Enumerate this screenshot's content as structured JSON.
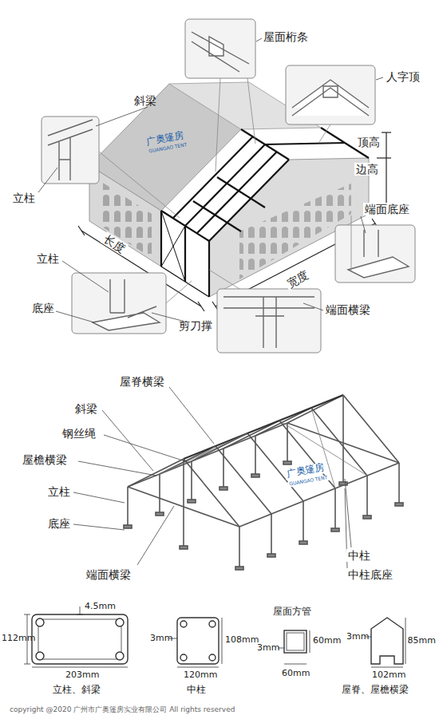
{
  "diagram": {
    "labels": [
      "屋面桁条",
      "人字顶",
      "斜梁",
      "立柱",
      "顶高",
      "边高",
      "长度",
      "宽度",
      "端面底座",
      "立柱",
      "底座",
      "剪刀撑",
      "端面横梁",
      "广奥篷房",
      "GUANGAO TENT",
      "屋脊横梁",
      "斜梁",
      "钢丝绳",
      "屋檐横梁",
      "立柱",
      "底座",
      "广奥篷房",
      "GUANGAO TENT",
      "中柱",
      "中柱底座",
      "端面横梁",
      "4.5mm",
      "112mm",
      "203mm",
      "立柱、斜梁",
      "3mm",
      "108mm",
      "120mm",
      "中柱",
      "屋面方管",
      "60mm",
      "3mm",
      "60mm",
      "3mm",
      "85mm",
      "102mm",
      "屋脊、屋檐横梁",
      "copyright @2020 广州市广奥篷房实业有限公司 All rights reserved"
    ]
  }
}
